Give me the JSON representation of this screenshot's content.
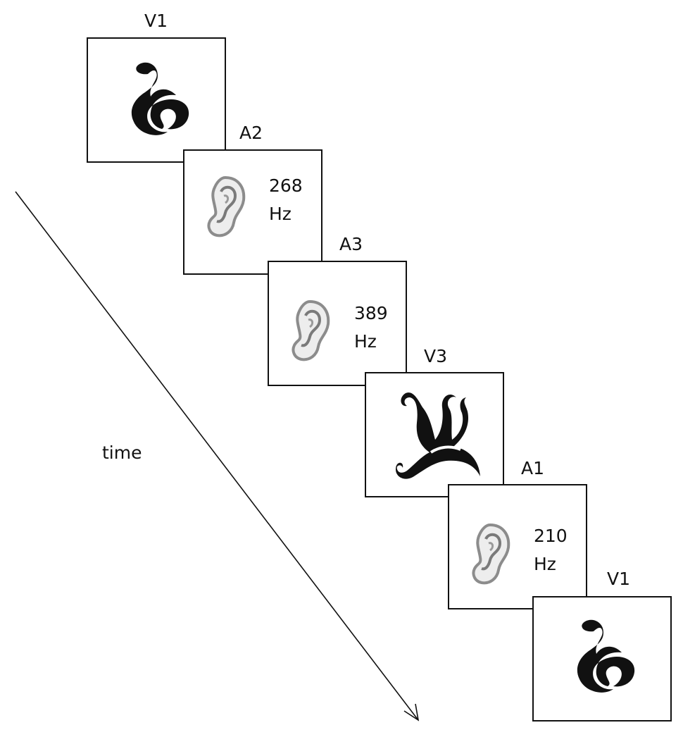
{
  "time_label": "time",
  "frames": [
    {
      "label": "V1",
      "kind": "visual",
      "symbol": "swirl-glyph"
    },
    {
      "label": "A2",
      "kind": "auditory",
      "symbol": "ear-icon",
      "freq_value": "268",
      "freq_unit": "Hz"
    },
    {
      "label": "A3",
      "kind": "auditory",
      "symbol": "ear-icon",
      "freq_value": "389",
      "freq_unit": "Hz"
    },
    {
      "label": "V3",
      "kind": "visual",
      "symbol": "flourish-glyph"
    },
    {
      "label": "A1",
      "kind": "auditory",
      "symbol": "ear-icon",
      "freq_value": "210",
      "freq_unit": "Hz"
    },
    {
      "label": "V1",
      "kind": "visual",
      "symbol": "swirl-glyph"
    }
  ],
  "colors": {
    "ink": "#111111",
    "ear": "#8c8c8c",
    "background": "#ffffff"
  }
}
